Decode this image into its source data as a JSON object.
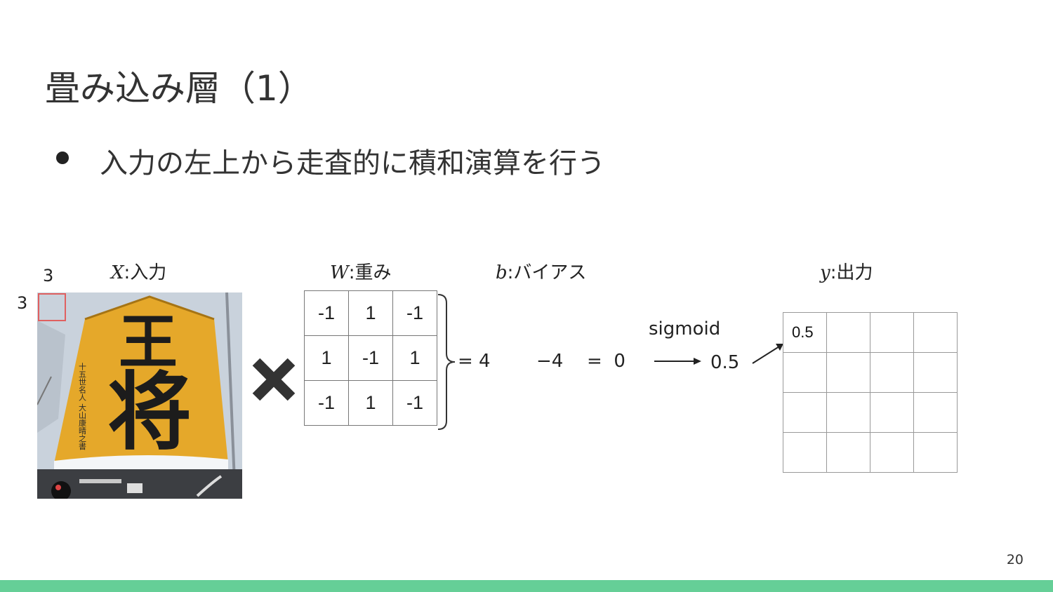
{
  "slide": {
    "title": "畳み込み層（1）",
    "bullet": "入力の左上から走査的に積和演算を行う",
    "page_number": "20"
  },
  "colors": {
    "footer_bar": "#65cf97",
    "kernel_highlight": "#e06060",
    "sign_yellow": "#e5a82a"
  },
  "input": {
    "var": "X",
    "label": "入力",
    "kernel_width": "3",
    "kernel_height": "3",
    "photo_sign_chars": "王将",
    "photo_side_text": "十五世名人 大山康晴之書"
  },
  "weights": {
    "var": "W",
    "label": "重み",
    "matrix": [
      [
        "-1",
        "1",
        "-1"
      ],
      [
        "1",
        "-1",
        "1"
      ],
      [
        "-1",
        "1",
        "-1"
      ]
    ],
    "sum": "= 4"
  },
  "bias": {
    "var": "b",
    "label": "バイアス",
    "value": "−4",
    "result": "=  0"
  },
  "activation": {
    "name": "sigmoid",
    "output": "0.5"
  },
  "output": {
    "var": "y",
    "label": "出力",
    "grid": [
      [
        "0.5",
        "",
        "",
        ""
      ],
      [
        "",
        "",
        "",
        ""
      ],
      [
        "",
        "",
        "",
        ""
      ],
      [
        "",
        "",
        "",
        ""
      ]
    ]
  },
  "icons": {
    "multiply": "multiply-icon",
    "arrow": "arrow-right-icon"
  }
}
